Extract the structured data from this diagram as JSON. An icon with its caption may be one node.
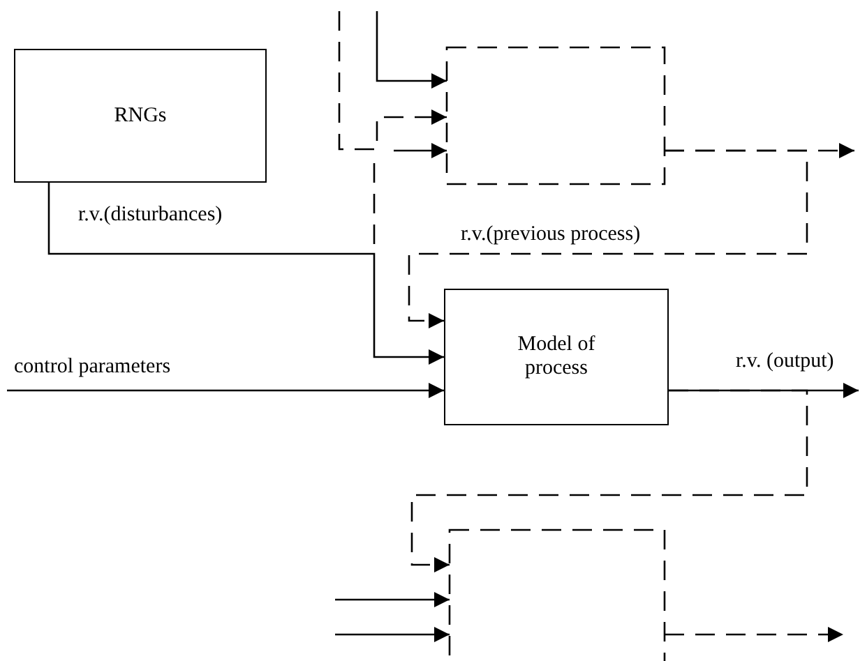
{
  "diagram": {
    "nodes": [
      {
        "text": [
          "RNGs"
        ]
      },
      {
        "text": [
          "Model of process"
        ]
      },
      {
        "text": [],
        "shape": "box"
      },
      {
        "text": [],
        "shape": "box"
      }
    ],
    "edges": [
      {
        "from": 0,
        "to": 1,
        "arrow": "to",
        "label": "r.v.(disturbances)"
      },
      {
        "from": 2,
        "to": 1,
        "arrow": "to",
        "label": "r.v.(previous process)",
        "style": "dashed"
      },
      {
        "from": null,
        "to": 1,
        "arrow": "to",
        "label": "control parameters"
      },
      {
        "from": 1,
        "to": null,
        "arrow": "to",
        "label": "r.v. (output)"
      },
      {
        "from": 1,
        "to": 3,
        "arrow": "to",
        "style": "dashed"
      },
      {
        "from": 2,
        "to": null,
        "arrow": "to",
        "style": "dashed"
      },
      {
        "from": 3,
        "to": null,
        "arrow": "to",
        "style": "dashed"
      },
      {
        "from": null,
        "to": 2,
        "arrow": "to"
      },
      {
        "from": null,
        "to": 2,
        "arrow": "to",
        "style": "dashed"
      },
      {
        "from": null,
        "to": 2,
        "arrow": "to"
      },
      {
        "from": null,
        "to": 3,
        "arrow": "to"
      },
      {
        "from": null,
        "to": 3,
        "arrow": "to"
      }
    ]
  }
}
